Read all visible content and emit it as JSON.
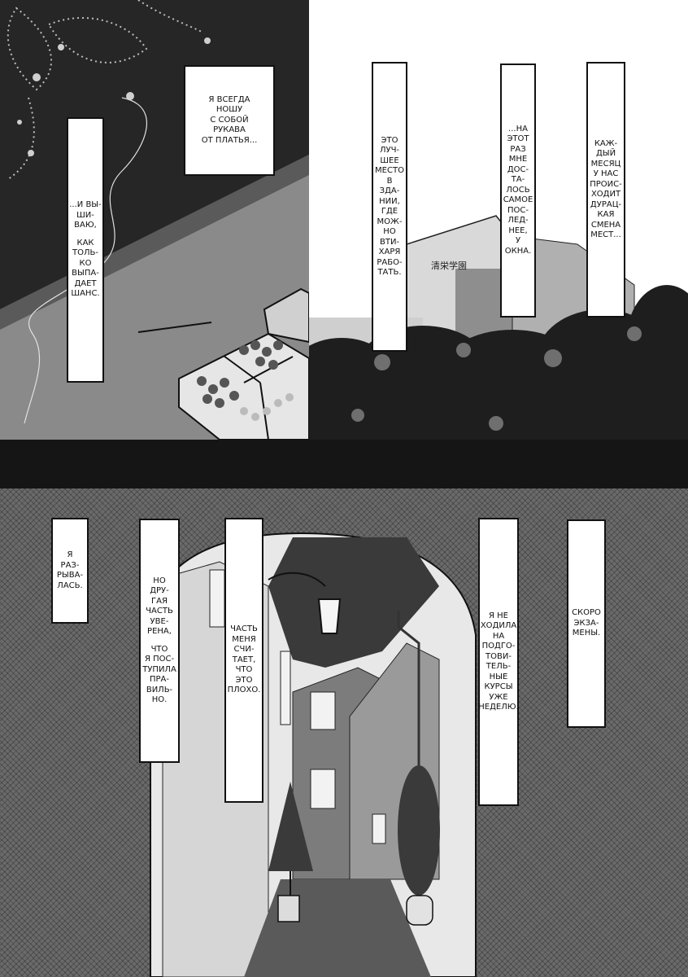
{
  "palette": {
    "ink": "#111111",
    "paper": "#ffffff",
    "dark_panel": "#2a2a2a",
    "screentone": "#6a6a6a"
  },
  "panels": {
    "top_left": {
      "captions": [
        {
          "id": "cap-sleeves",
          "lines": [
            "Я ВСЕГДА",
            "НОШУ",
            "С СОБОЙ",
            "РУКАВА",
            "ОТ ПЛАТЬЯ..."
          ]
        },
        {
          "id": "cap-embroider",
          "lines": [
            "...И ВЫ-",
            "ШИ-",
            "ВАЮ,",
            "",
            "КАК",
            "ТОЛЬ-",
            "КО",
            "ВЫПА-",
            "ДАЕТ",
            "ШАНС."
          ]
        }
      ]
    },
    "top_right": {
      "building_sign": "清栄学園",
      "captions": [
        {
          "id": "cap-best-place",
          "lines": [
            "ЭТО",
            "ЛУЧ-",
            "ШЕЕ",
            "МЕСТО",
            "В",
            "ЗДА-",
            "НИИ,",
            "ГДЕ",
            "МОЖ-",
            "НО",
            "ВТИ-",
            "ХАРЯ",
            "РАБО-",
            "ТАТЬ."
          ]
        },
        {
          "id": "cap-this-time",
          "lines": [
            "...НА",
            "ЭТОТ",
            "РАЗ",
            "МНЕ",
            "ДОС-",
            "ТА-",
            "ЛОСЬ",
            "САМОЕ",
            "ПОС-",
            "ЛЕД-",
            "НЕЕ,",
            "У",
            "ОКНА."
          ]
        },
        {
          "id": "cap-every-month",
          "lines": [
            "КАЖ-",
            "ДЫЙ",
            "МЕСЯЦ",
            "У НАС",
            "ПРОИС-",
            "ХОДИТ",
            "ДУРАЦ-",
            "КАЯ",
            "СМЕНА",
            "МЕСТ..."
          ]
        }
      ]
    },
    "bottom": {
      "captions": [
        {
          "id": "cap-torn",
          "lines": [
            "Я",
            "РАЗ-",
            "РЫВА-",
            "ЛАСЬ."
          ]
        },
        {
          "id": "cap-other-part",
          "lines": [
            "НО",
            "ДРУ-",
            "ГАЯ",
            "ЧАСТЬ",
            "УВЕ-",
            "РЕНА,",
            "",
            "ЧТО",
            "Я ПОС-",
            "ТУПИЛА",
            "ПРА-",
            "ВИЛЬ-",
            "НО."
          ]
        },
        {
          "id": "cap-part-of-me",
          "lines": [
            "ЧАСТЬ",
            "МЕНЯ",
            "СЧИ-",
            "ТАЕТ,",
            "ЧТО",
            "ЭТО",
            "ПЛОХО."
          ]
        },
        {
          "id": "cap-courses",
          "lines": [
            "Я НЕ",
            "ХОДИЛА",
            "НА",
            "ПОДГО-",
            "ТОВИ-",
            "ТЕЛЬ-",
            "НЫЕ",
            "КУРСЫ",
            "УЖЕ",
            "НЕДЕЛЮ."
          ]
        },
        {
          "id": "cap-exams",
          "lines": [
            "СКОРО",
            "ЭКЗА-",
            "МЕНЫ."
          ]
        }
      ]
    }
  }
}
